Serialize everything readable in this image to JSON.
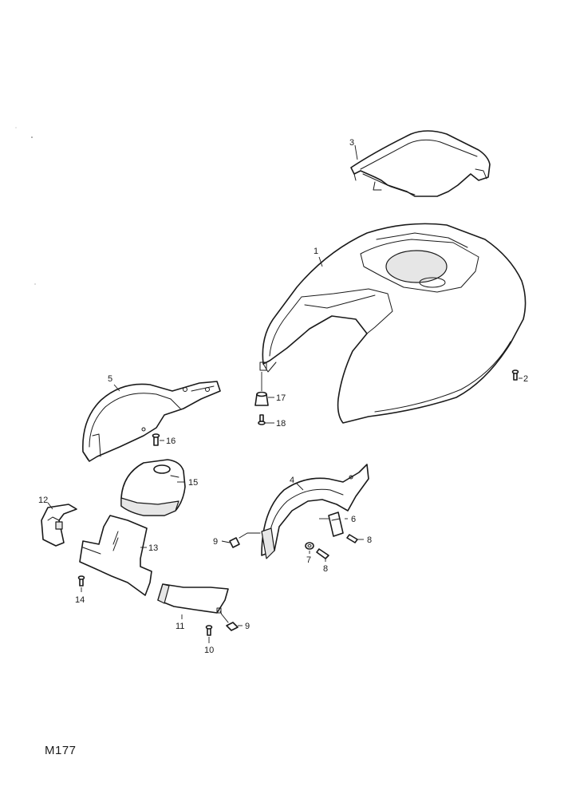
{
  "figure_code": "M177",
  "callouts": {
    "c1": "1",
    "c2": "2",
    "c3": "3",
    "c4": "4",
    "c5": "5",
    "c6": "6",
    "c7": "7",
    "c8a": "8",
    "c8b": "8",
    "c9a": "9",
    "c9b": "9",
    "c10": "10",
    "c11": "11",
    "c12": "12",
    "c13": "13",
    "c14": "14",
    "c15": "15",
    "c16": "16",
    "c17": "17",
    "c18": "18"
  }
}
